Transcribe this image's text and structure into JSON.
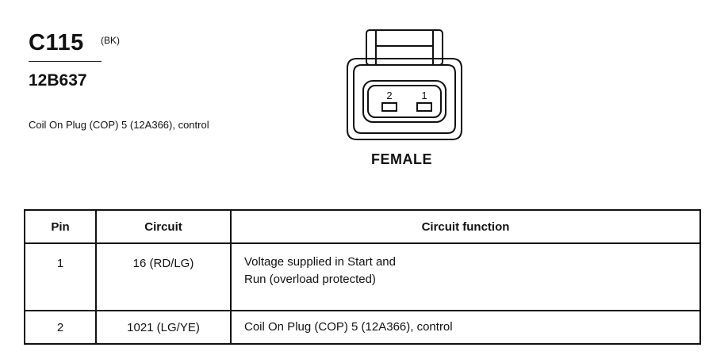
{
  "connector": {
    "id": "C115",
    "color": "(BK)",
    "part_number": "12B637",
    "description": "Coil On Plug (COP) 5 (12A366), control",
    "gender": "FEMALE",
    "pin_labels": [
      "2",
      "1"
    ]
  },
  "table": {
    "headers": [
      "Pin",
      "Circuit",
      "Circuit function"
    ],
    "rows": [
      {
        "pin": "1",
        "circuit": "16 (RD/LG)",
        "function_lines": [
          "Voltage supplied in Start and",
          "Run (overload protected)"
        ]
      },
      {
        "pin": "2",
        "circuit": "1021 (LG/YE)",
        "function_lines": [
          "Coil On Plug (COP) 5 (12A366), control"
        ]
      }
    ]
  }
}
